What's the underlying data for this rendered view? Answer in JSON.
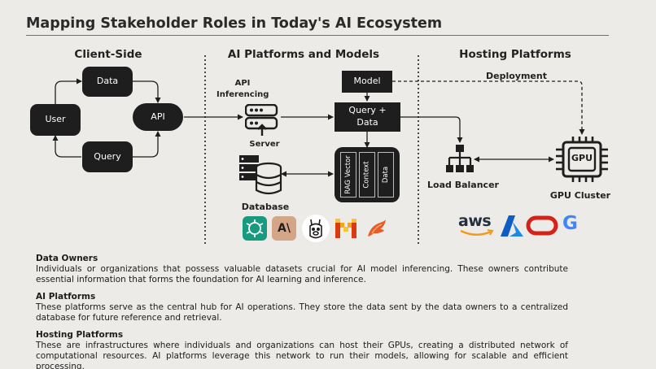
{
  "title": "Mapping Stakeholder Roles in Today's AI Ecosystem",
  "sections": {
    "client": "Client-Side",
    "platforms": "AI Platforms and Models",
    "hosting": "Hosting Platforms"
  },
  "nodes": {
    "data": "Data",
    "user": "User",
    "api": "API",
    "query": "Query",
    "model": "Model",
    "query_data_1": "Query +",
    "query_data_2": "Data",
    "rag_vector": "RAG Vector",
    "rag_context": "Context",
    "rag_data": "Data"
  },
  "labels": {
    "api_inferencing_1": "API",
    "api_inferencing_2": "Inferencing",
    "server": "Server",
    "database": "Database",
    "deployment": "Deployment",
    "load_balancer": "Load Balancer",
    "gpu_cluster": "GPU Cluster",
    "gpu_chip": "GPU"
  },
  "logos": {
    "anthropic": "A\\",
    "aws": "aws",
    "google": "G"
  },
  "icons": [
    "chatgpt-logo-icon",
    "anthropic-logo-icon",
    "llama-logo-icon",
    "mistral-logo-icon",
    "bird-logo-icon",
    "aws-logo-icon",
    "azure-logo-icon",
    "oracle-logo-icon",
    "google-logo-icon"
  ],
  "colors": {
    "background": "#ecebe7",
    "box": "#1e1e1e",
    "chatgpt": "#179a7f",
    "anthropic": "#d4a587",
    "mistral": "#f3a51c",
    "azure": "#1466d6",
    "oracle": "#d3231b",
    "aws_arrow": "#f19a1a"
  },
  "descriptions": [
    {
      "heading": "Data Owners",
      "text": "Individuals or organizations that possess valuable datasets crucial for AI model inferencing. These owners contribute essential information that forms the foundation for AI learning and inference."
    },
    {
      "heading": "AI Platforms",
      "text": "These platforms serve as the central hub for AI operations. They store the data sent by the data owners to a centralized database for future reference and retrieval."
    },
    {
      "heading": "Hosting Platforms",
      "text": "These are infrastructures where individuals and organizations can host their GPUs, creating a distributed network of computational resources. AI platforms leverage this network to run their models, allowing for scalable and efficient processing."
    }
  ]
}
